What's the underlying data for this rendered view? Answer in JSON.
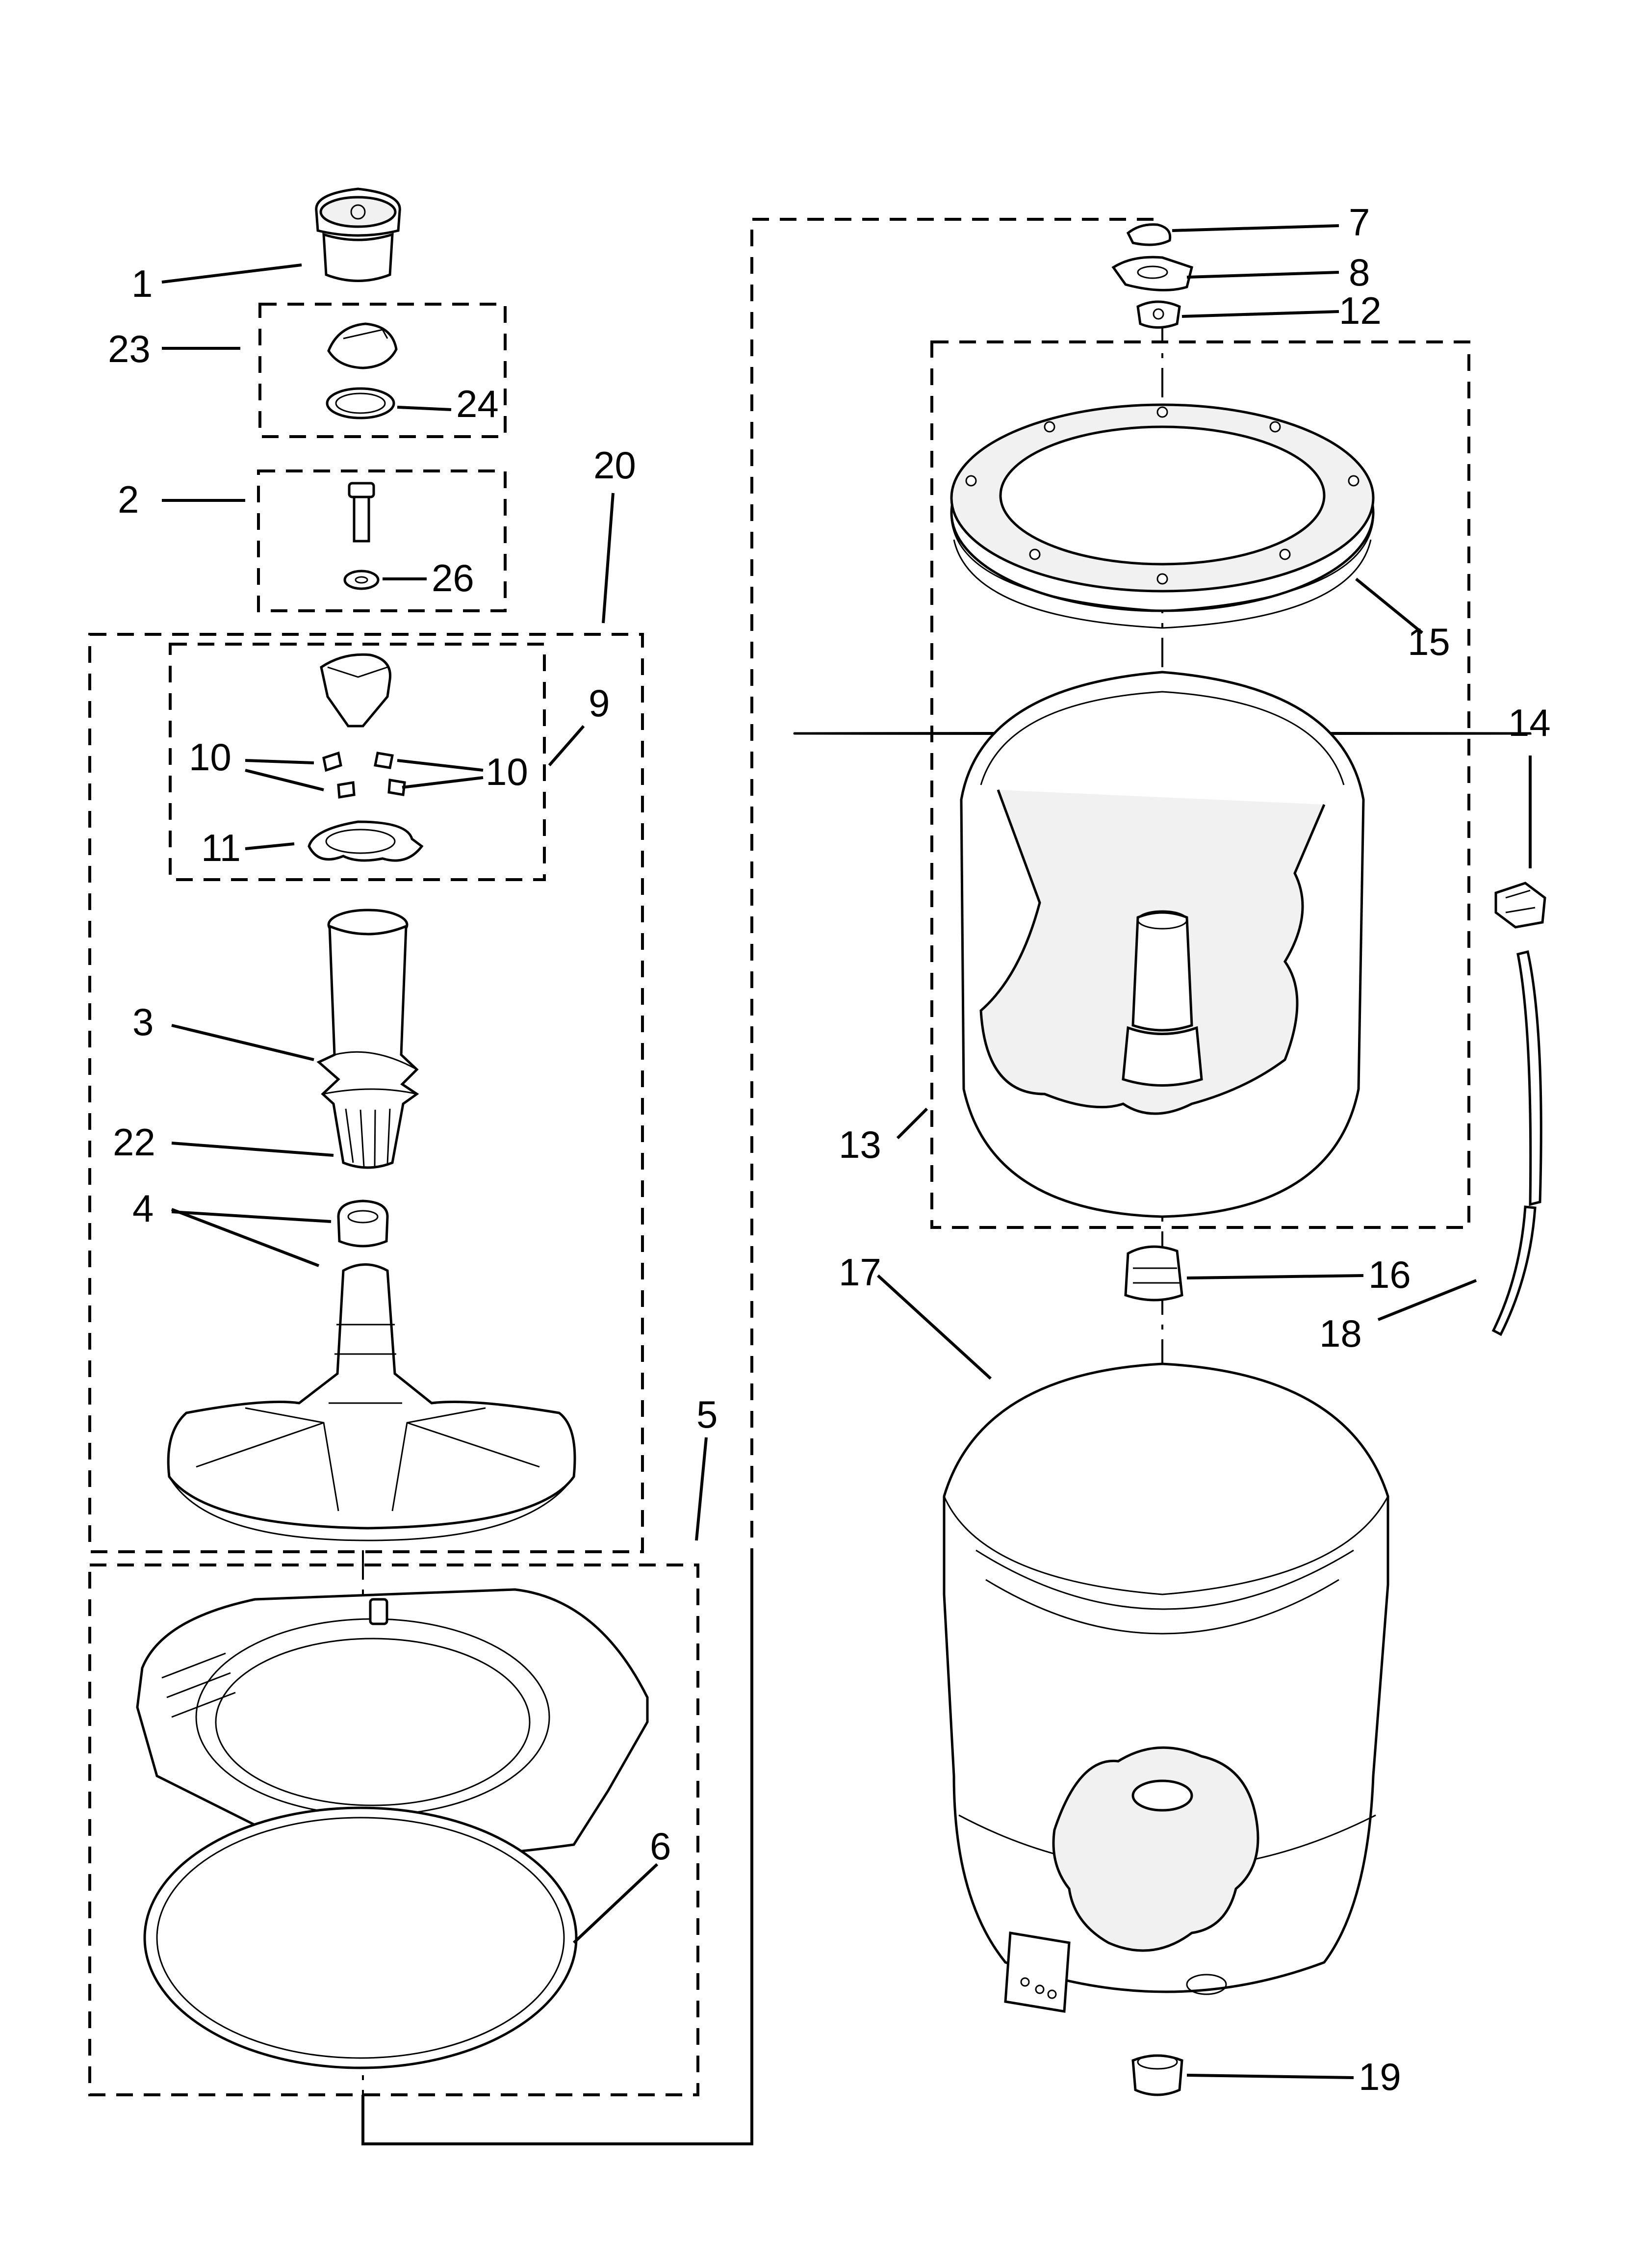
{
  "callouts": [
    {
      "id": "1",
      "text": "1"
    },
    {
      "id": "2",
      "text": "2"
    },
    {
      "id": "3",
      "text": "3"
    },
    {
      "id": "4",
      "text": "4"
    },
    {
      "id": "5",
      "text": "5"
    },
    {
      "id": "6",
      "text": "6"
    },
    {
      "id": "7",
      "text": "7"
    },
    {
      "id": "8",
      "text": "8"
    },
    {
      "id": "9",
      "text": "9"
    },
    {
      "id": "10a",
      "text": "10"
    },
    {
      "id": "10b",
      "text": "10"
    },
    {
      "id": "11",
      "text": "11"
    },
    {
      "id": "12",
      "text": "12"
    },
    {
      "id": "13",
      "text": "13"
    },
    {
      "id": "14",
      "text": "14"
    },
    {
      "id": "15",
      "text": "15"
    },
    {
      "id": "16",
      "text": "16"
    },
    {
      "id": "17",
      "text": "17"
    },
    {
      "id": "18",
      "text": "18"
    },
    {
      "id": "19",
      "text": "19"
    },
    {
      "id": "20",
      "text": "20"
    },
    {
      "id": "22",
      "text": "22"
    },
    {
      "id": "23",
      "text": "23"
    },
    {
      "id": "24",
      "text": "24"
    },
    {
      "id": "26",
      "text": "26"
    }
  ],
  "style": {
    "line_color": "#000000",
    "background": "#ffffff"
  }
}
